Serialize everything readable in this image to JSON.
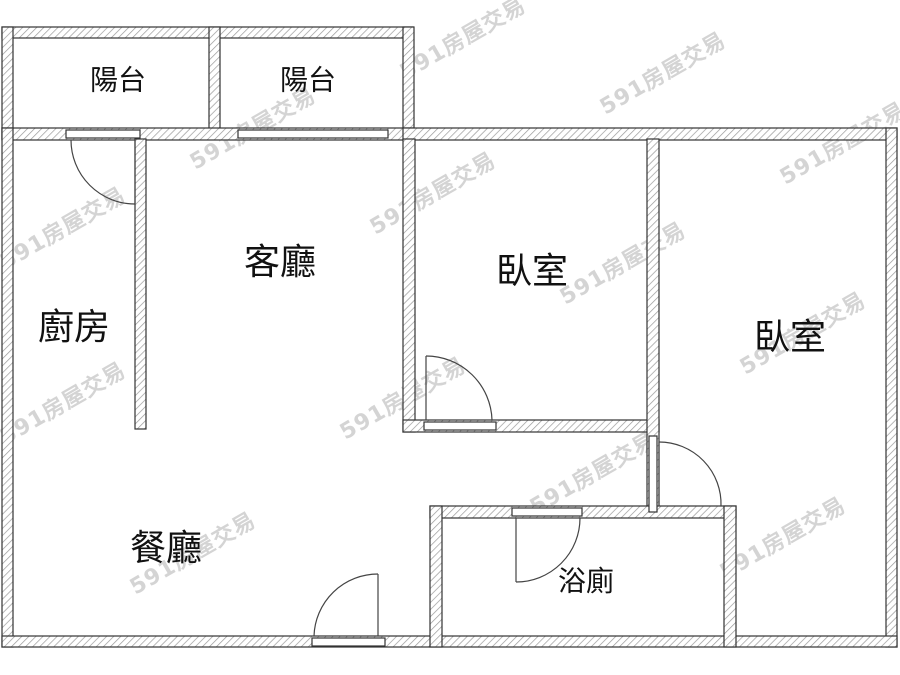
{
  "rooms": {
    "balcony_left": "陽台",
    "balcony_right": "陽台",
    "kitchen": "廚房",
    "living_room": "客廳",
    "bedroom_small": "臥室",
    "bedroom_large": "臥室",
    "dining_room": "餐廳",
    "bathroom": "浴廁"
  },
  "watermark": "591房屋交易",
  "colors": {
    "wall_fill": "#ffffff",
    "wall_hatch": "#9a9a9a",
    "wall_outline": "#333333",
    "door_line": "#444444"
  }
}
